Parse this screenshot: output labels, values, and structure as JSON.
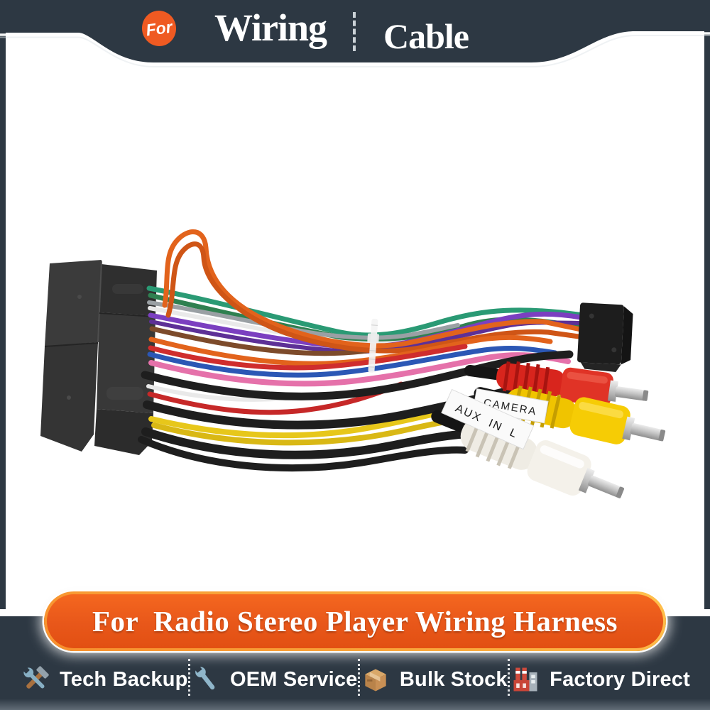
{
  "header": {
    "badge": "For",
    "title_left": "Wiring",
    "title_right": "Cable"
  },
  "product_banner": {
    "title": "For  Radio Stereo Player Wiring Harness"
  },
  "photo": {
    "camera_label": "CAMERA",
    "aux_label": "AUX IN L"
  },
  "footer": {
    "items": [
      {
        "icon": "tools-icon",
        "label": "Tech Backup"
      },
      {
        "icon": "wrench-icon",
        "label": "OEM Service"
      },
      {
        "icon": "package-icon",
        "label": "Bulk Stock"
      },
      {
        "icon": "factory-icon",
        "label": "Factory Direct"
      }
    ]
  },
  "colors": {
    "theme_dark": "#2d3843",
    "accent_orange": "#ef5a22",
    "pill_border": "#f9a93c",
    "pill_orange_top": "#f4671f",
    "pill_orange_bottom": "#e25012",
    "wire_orange": "#e2631c",
    "wire_orange_dark": "#cf5516",
    "wire_teal": "#2a9a74",
    "wire_green": "#2f8050",
    "wire_purple": "#7b3fc0",
    "wire_violet": "#5d3096",
    "wire_pink": "#e571aa",
    "wire_red": "#cf2d2d",
    "wire_red_dark": "#c62828",
    "wire_blue": "#2b57b5",
    "wire_yellow": "#e7c71a",
    "wire_yellow_dark": "#d9b815",
    "wire_brown": "#7d4b2b",
    "wire_gray": "#9aa0a4",
    "wire_white": "#e9e9e9",
    "wire_black": "#1e1e1e",
    "rca_red": "#d8251d",
    "rca_yellow": "#f0c400",
    "rca_white": "#efece4"
  }
}
